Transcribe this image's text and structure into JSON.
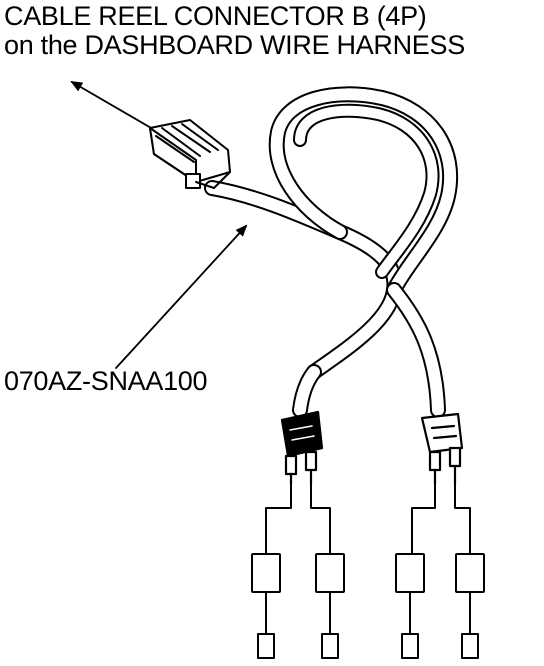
{
  "callout": {
    "line1": "CABLE REEL CONNECTOR B (4P)",
    "line2": "on the DASHBOARD WIRE HARNESS"
  },
  "part_number": "070AZ-SNAA100",
  "colors": {
    "ink": "#000000",
    "paper": "#ffffff"
  }
}
